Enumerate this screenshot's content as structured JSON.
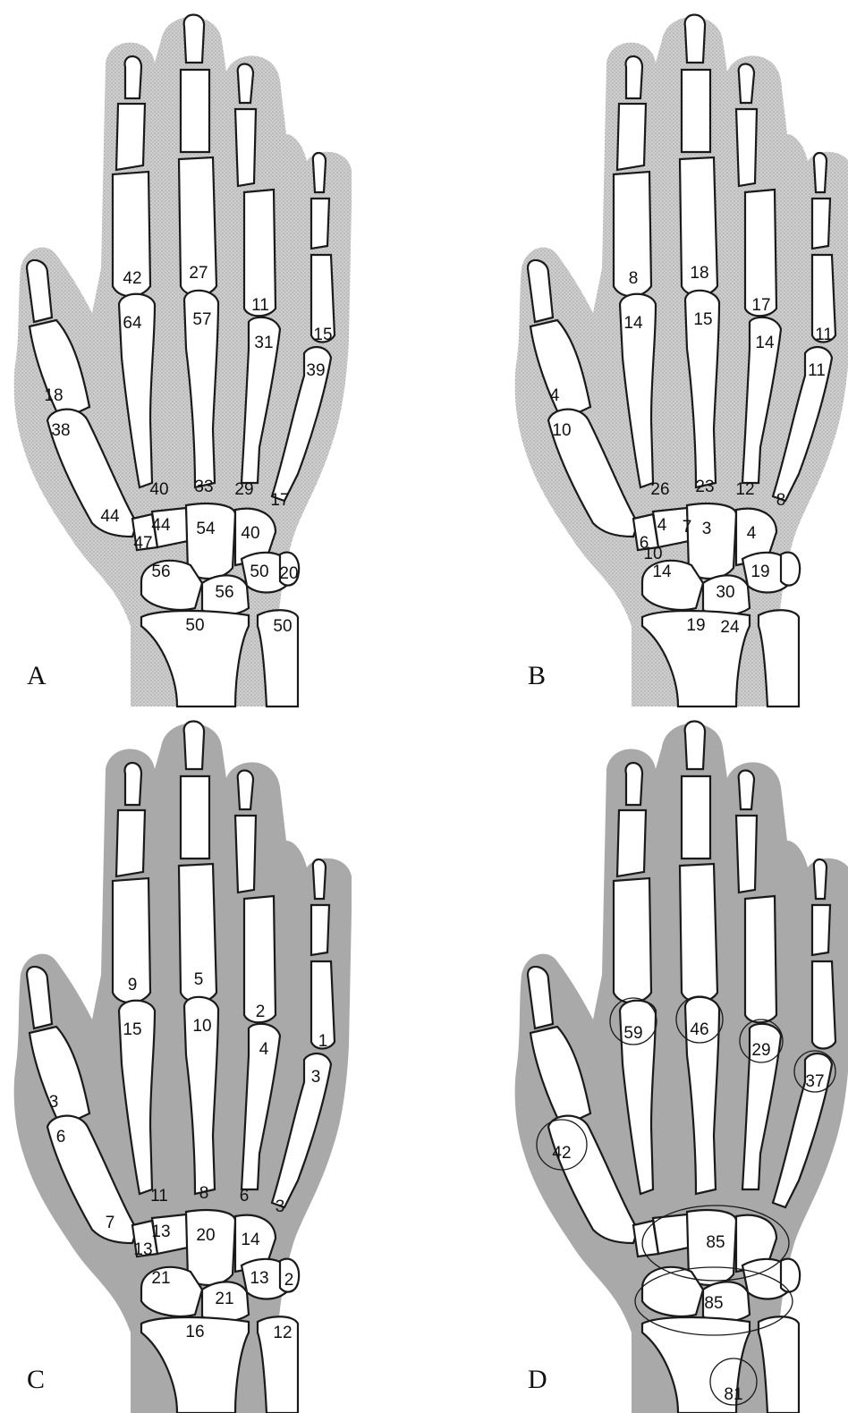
{
  "colors": {
    "soft_tissue_A": "#c9c9c9",
    "soft_tissue_B": "#c9c9c9",
    "soft_tissue_C": "#a9a9a9",
    "soft_tissue_D": "#a9a9a9",
    "bone_fill": "#ffffff",
    "outline": "#1a1a1a"
  },
  "panels": {
    "A": {
      "letter": "A",
      "labels": {
        "d2_prox": "42",
        "d3_prox": "27",
        "d4_prox": "11",
        "d2_meta_head": "64",
        "d3_meta_head": "57",
        "d4_meta_head": "31",
        "d5_prox": "15",
        "d5_meta_head": "39",
        "d1_prox": "18",
        "d1_meta_head": "38",
        "d2_meta_base": "40",
        "d3_meta_base": "33",
        "d4_meta_base": "29",
        "d5_meta_base": "17",
        "d1_meta_base": "44",
        "trapezoid": "44",
        "trapezium": "47",
        "capitate": "54",
        "hamate": "40",
        "scaphoid": "56",
        "lunate": "56",
        "triquetrum": "50",
        "pisiform": "20",
        "radius": "50",
        "ulna": "50"
      }
    },
    "B": {
      "letter": "B",
      "labels": {
        "d2_prox": "8",
        "d3_prox": "18",
        "d4_prox": "17",
        "d5_prox": "11",
        "d1_prox": "4",
        "d2_meta_head": "14",
        "d3_meta_head": "15",
        "d4_meta_head": "14",
        "d5_meta_head": "11",
        "d1_meta_head": "10",
        "d2_meta_base": "26",
        "d3_meta_base": "23",
        "d4_meta_base": "12",
        "d5_meta_base": "8",
        "trapezium": "6",
        "trapezoid": "4",
        "capitate_left": "7",
        "capitate": "3",
        "hamate": "4",
        "scaphoid_top": "10",
        "scaphoid": "14",
        "lunate": "30",
        "triquetrum": "19",
        "radius": "19",
        "ulna_joint": "24"
      }
    },
    "C": {
      "letter": "C",
      "labels": {
        "d2_prox": "9",
        "d3_prox": "5",
        "d4_prox": "2",
        "d5_prox": "1",
        "d2_meta_head": "15",
        "d3_meta_head": "10",
        "d4_meta_head": "4",
        "d5_meta_head": "3",
        "d1_prox": "3",
        "d1_meta_head": "6",
        "d2_meta_base": "11",
        "d3_meta_base": "8",
        "d4_meta_base": "6",
        "d5_meta_base": "3",
        "d1_meta_base": "7",
        "trapezium": "13",
        "trapezoid": "13",
        "capitate": "20",
        "hamate": "14",
        "scaphoid": "21",
        "lunate": "21",
        "triquetrum": "13",
        "pisiform": "2",
        "radius": "16",
        "ulna": "12"
      }
    },
    "D": {
      "letter": "D",
      "labels": {
        "d2_mcp": "59",
        "d3_mcp": "46",
        "d4_mcp": "29",
        "d5_mcp": "37",
        "d1_mcp": "42",
        "carpal_distal": "85",
        "carpal_proximal": "85",
        "radioulnar": "81"
      }
    }
  }
}
